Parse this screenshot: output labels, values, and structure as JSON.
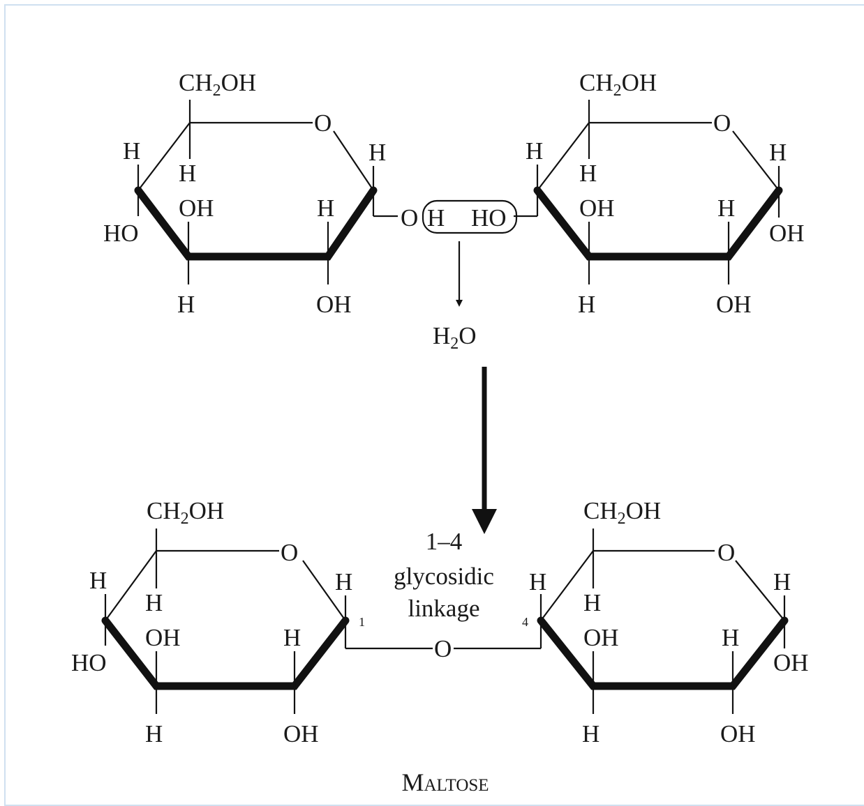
{
  "reactants": {
    "left": {
      "ch2oh": "CH2OH",
      "ring_o": "O",
      "h_c5": "H",
      "h_c4_up": "H",
      "ho_c4": "HO",
      "oh_c3": "OH",
      "h_c3": "H",
      "h_c2": "H",
      "oh_c2": "OH",
      "h_c1": "H",
      "o_c1": "O",
      "h_oh": "H"
    },
    "right": {
      "ch2oh": "CH2OH",
      "ring_o": "O",
      "ho_c4": "HO",
      "h_c4": "H",
      "h_c5": "H",
      "oh_c3": "OH",
      "h_c3": "H",
      "h_c2": "H",
      "oh_c2": "OH",
      "h_c1": "H",
      "oh_c1": "OH"
    },
    "water": "H2O"
  },
  "product": {
    "left": {
      "ch2oh": "CH2OH",
      "ring_o": "O",
      "h_c5": "H",
      "h_c4_up": "H",
      "ho_c4": "HO",
      "oh_c3": "OH",
      "h_c3": "H",
      "h_c2": "H",
      "oh_c2": "OH",
      "h_c1": "H",
      "num_c1": "1"
    },
    "right": {
      "ch2oh": "CH2OH",
      "ring_o": "O",
      "h_c4": "H",
      "num_c4": "4",
      "h_c5": "H",
      "oh_c3": "OH",
      "h_c3": "H",
      "h_c2": "H",
      "oh_c2": "OH",
      "h_c1": "H",
      "oh_c1": "OH"
    },
    "bridge_o": "O",
    "linkage_line1": "1–4",
    "linkage_line2": "glycosidic",
    "linkage_line3": "linkage",
    "name": "Maltose"
  }
}
